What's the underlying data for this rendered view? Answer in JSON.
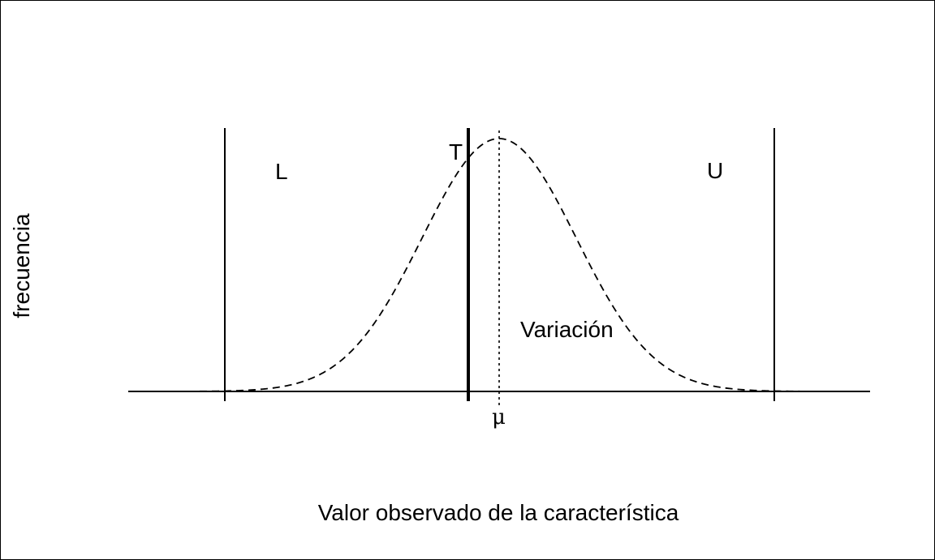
{
  "diagram": {
    "ylabel": "frecuencia",
    "xlabel": "Valor observado de la característica",
    "labels": {
      "lower": "L",
      "target": "T",
      "upper": "U",
      "variation": "Variación",
      "mean": "μ"
    },
    "colors": {
      "line": "#000000",
      "background": "#ffffff"
    }
  }
}
